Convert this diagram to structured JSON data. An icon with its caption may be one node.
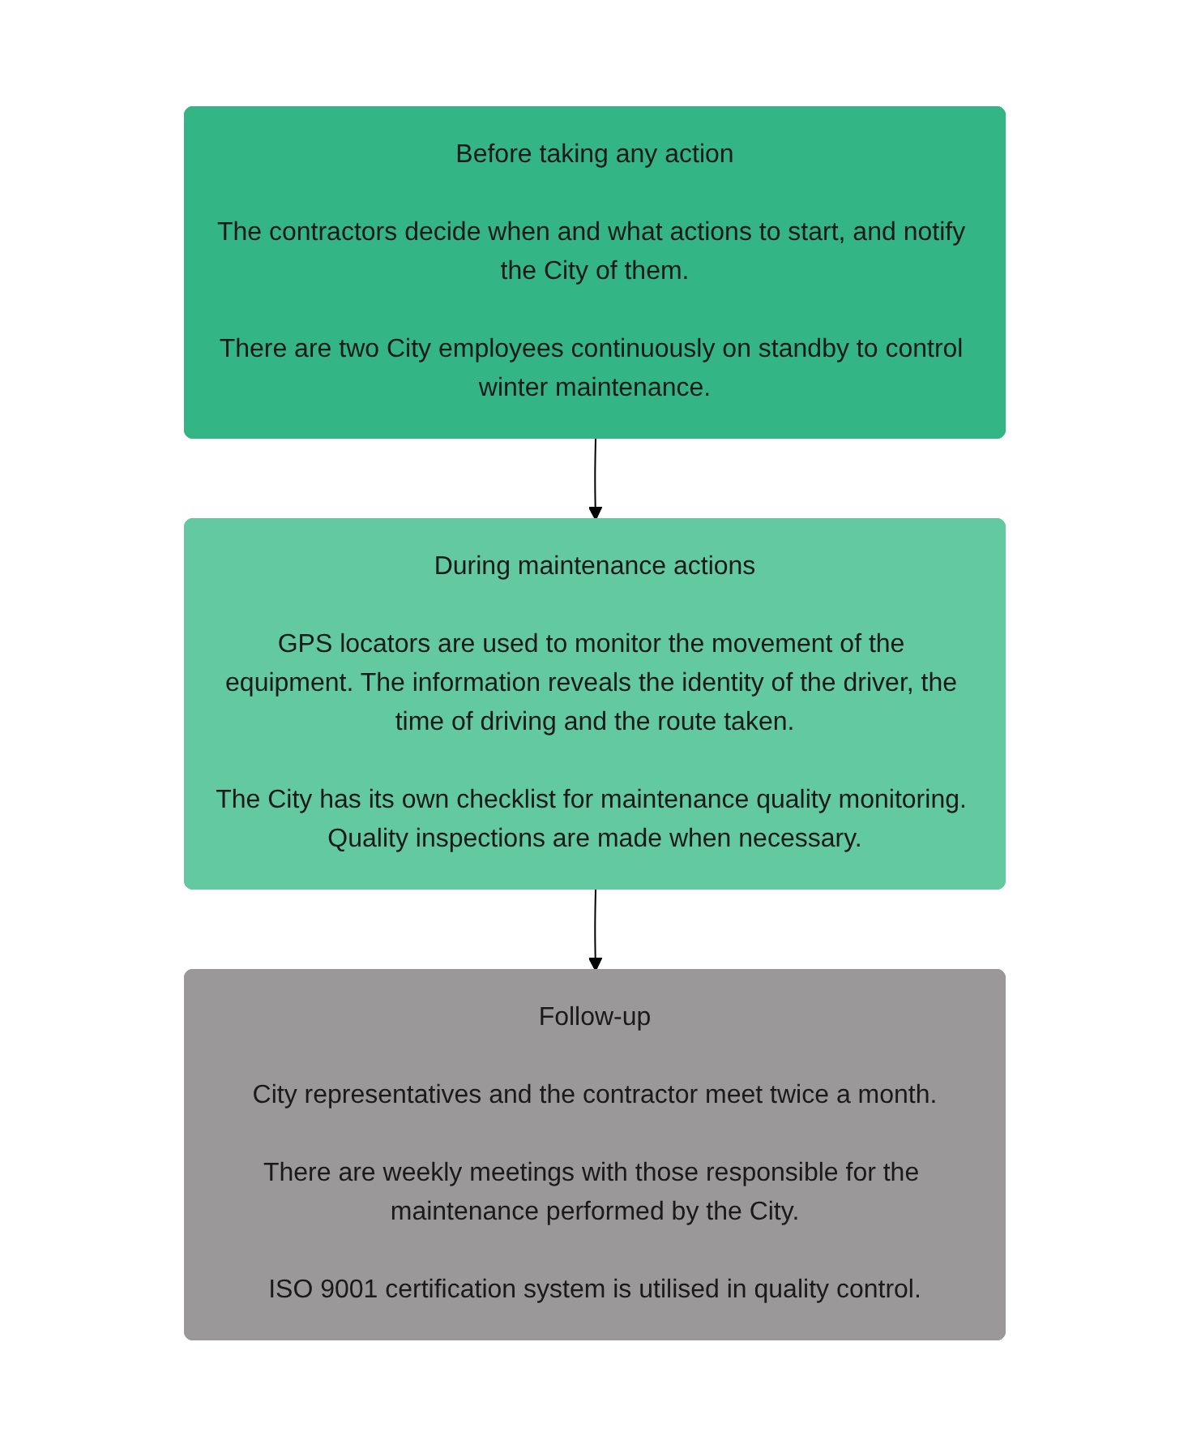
{
  "diagram": {
    "nodes": [
      {
        "text": [
          "Before taking any action",
          "The contractors decide when and what actions to start, and notify the City of them.",
          "There are two City employees continuously on standby to control winter maintenance."
        ]
      },
      {
        "text": [
          "During maintenance actions",
          "GPS locators are used to monitor the movement of the equipment. The information reveals the identity of the driver, the time of driving and the route taken.",
          "The City has its own checklist for maintenance quality monitoring. Quality inspections are made when necessary."
        ]
      },
      {
        "text": [
          "Follow-up",
          "City representatives and the contractor meet twice a month.",
          "There are weekly meetings with those responsible for the maintenance performed by the City.",
          "ISO 9001 certification system is utilised in quality control."
        ]
      }
    ],
    "edges": [
      {
        "from": 0,
        "to": 1,
        "arrow": "to"
      },
      {
        "from": 1,
        "to": 2,
        "arrow": "to"
      }
    ]
  }
}
